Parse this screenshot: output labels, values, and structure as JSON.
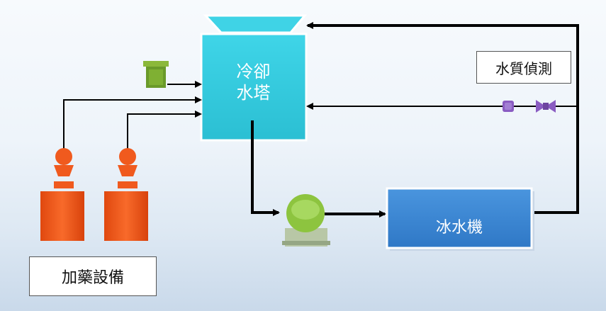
{
  "diagram": {
    "cooling_tower": {
      "line1": "冷卻",
      "line2": "水塔"
    },
    "chiller": {
      "label": "冰水機"
    },
    "water_quality": {
      "label": "水質偵測"
    },
    "dosing": {
      "label": "加藥設備"
    },
    "colors": {
      "tower": "#34c9dc",
      "tower_top": "#3fd3e6",
      "chiller": "#3b86d4",
      "pump": "#8dc43f",
      "tank": "#f05a1e",
      "dosing_unit": "#6a9a2a",
      "valve": "#8a5cc2",
      "line": "#000000"
    }
  }
}
